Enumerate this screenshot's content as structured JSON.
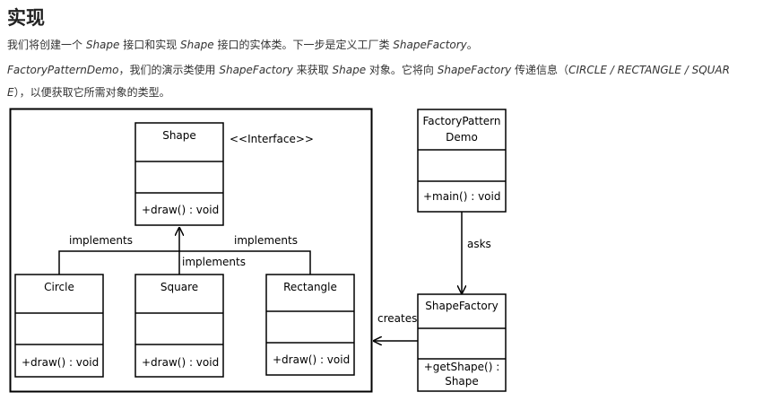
{
  "heading": "实现",
  "para1": {
    "t1": "我们将创建一个 ",
    "e1": "Shape",
    "t2": " 接口和实现 ",
    "e2": "Shape",
    "t3": " 接口的实体类。下一步是定义工厂类 ",
    "e3": "ShapeFactory",
    "t4": "。"
  },
  "para2": {
    "e1": "FactoryPatternDemo",
    "t1": "，我们的演示类使用 ",
    "e2": "ShapeFactory",
    "t2": " 来获取 ",
    "e3": "Shape",
    "t3": " 对象。它将向 ",
    "e4": "ShapeFactory",
    "t4": " 传递信息（",
    "e5": "CIRCLE / RECTANGLE / SQUAR"
  },
  "para3": {
    "e1": "E",
    "t1": "），以便获取它所需对象的类型。"
  },
  "diagram": {
    "shape": {
      "name": "Shape",
      "method": "+draw() : void",
      "stereotype": "<<Interface>>"
    },
    "circle": {
      "name": "Circle",
      "method": "+draw() : void"
    },
    "square": {
      "name": "Square",
      "method": "+draw() : void"
    },
    "rectangle": {
      "name": "Rectangle",
      "method": "+draw() : void"
    },
    "demo": {
      "name_line1": "FactoryPattern",
      "name_line2": "Demo",
      "method": "+main() : void"
    },
    "factory": {
      "name": "ShapeFactory",
      "method_line1": "+getShape() :",
      "method_line2": "Shape"
    },
    "labels": {
      "implements_left": "implements",
      "implements_center": "implements",
      "implements_right": "implements",
      "asks": "asks",
      "creates": "creates"
    }
  }
}
